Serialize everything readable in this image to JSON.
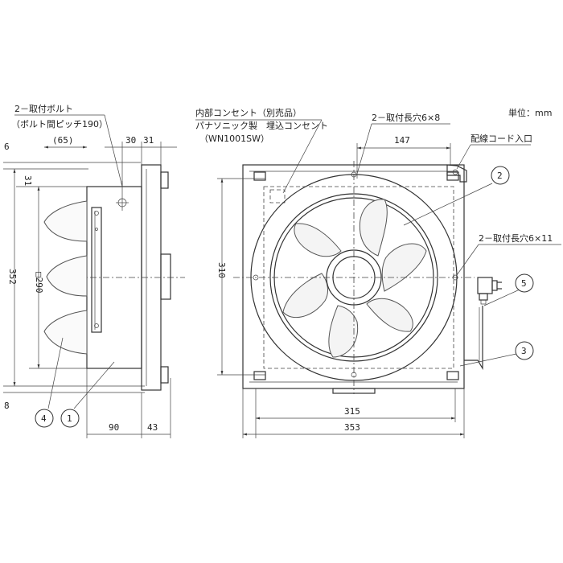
{
  "unit_label": "単位：mm",
  "side_view": {
    "bolt_label": "2－取付ボルト",
    "bolt_pitch_label": "（ボルト間ピッチ190）",
    "dim_65": "(65)",
    "dim_30": "30",
    "dim_31a": "31",
    "dim_6": "6",
    "dim_31b": "31",
    "dim_352": "352",
    "dim_290": "□290",
    "dim_8": "8",
    "dim_90": "90",
    "dim_43": "43",
    "callout_4": "4",
    "callout_1": "1"
  },
  "front_view": {
    "outlet_label": "内部コンセント（別売品）",
    "outlet_maker": "パナソニック製　埋込コンセント",
    "outlet_model": "（WN1001SW）",
    "slot_top_label": "2－取付長穴6×8",
    "cord_inlet_label": "配線コード入口",
    "dim_147": "147",
    "slot_side_label": "2－取付長穴6×11",
    "dim_310": "310",
    "dim_315": "315",
    "dim_353": "353",
    "callout_2": "2",
    "callout_3": "3",
    "callout_5": "5"
  }
}
